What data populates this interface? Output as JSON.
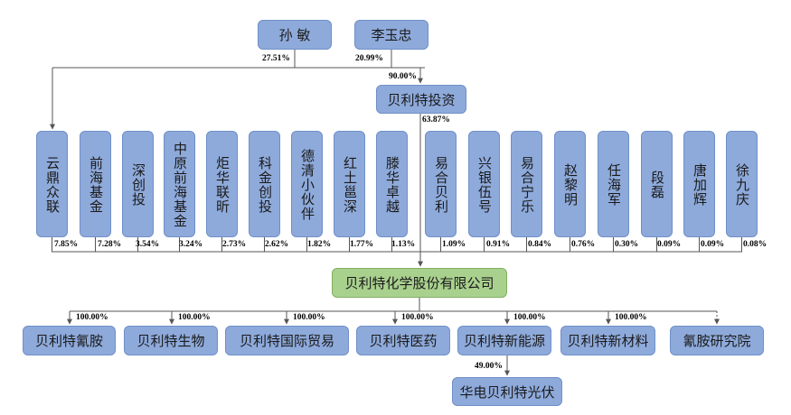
{
  "individuals": [
    {
      "id": "sun-min",
      "label": "孙 敏",
      "share": "27.51%"
    },
    {
      "id": "li-yuzhong",
      "label": "李玉忠",
      "share": "20.99%"
    }
  ],
  "holding": {
    "label": "贝利特投资",
    "owner_share": "90.00%",
    "stake_in_company": "63.87%"
  },
  "shareholders": [
    {
      "label": "云鼎众联",
      "share": "7.85%"
    },
    {
      "label": "前海基金",
      "share": "7.28%"
    },
    {
      "label": "深创投",
      "share": "3.54%"
    },
    {
      "label": "中原前海基金",
      "share": "3.24%"
    },
    {
      "label": "炬华联昕",
      "share": "2.73%"
    },
    {
      "label": "科金创投",
      "share": "2.62%"
    },
    {
      "label": "德清小伙伴",
      "share": "1.82%"
    },
    {
      "label": "红土邕深",
      "share": "1.77%"
    },
    {
      "label": "滕华卓越",
      "share": "1.13%"
    },
    {
      "label": "易合贝利",
      "share": "1.09%"
    },
    {
      "label": "兴银伍号",
      "share": "0.91%"
    },
    {
      "label": "易合宁乐",
      "share": "0.84%"
    },
    {
      "label": "赵黎明",
      "share": "0.76%"
    },
    {
      "label": "任海军",
      "share": "0.30%"
    },
    {
      "label": "段磊",
      "share": "0.09%"
    },
    {
      "label": "唐加辉",
      "share": "0.09%"
    },
    {
      "label": "徐九庆",
      "share": "0.08%"
    }
  ],
  "company": {
    "label": "贝利特化学股份有限公司"
  },
  "subsidiaries": [
    {
      "label": "贝利特氰胺",
      "share": "100.00%",
      "dashed": false
    },
    {
      "label": "贝利特生物",
      "share": "100.00%",
      "dashed": false
    },
    {
      "label": "贝利特国际贸易",
      "share": "100.00%",
      "dashed": false
    },
    {
      "label": "贝利特医药",
      "share": "100.00%",
      "dashed": false
    },
    {
      "label": "贝利特新能源",
      "share": "100.00%",
      "dashed": false
    },
    {
      "label": "贝利特新材料",
      "share": "100.00%",
      "dashed": false
    },
    {
      "label": "氰胺研究院",
      "share": "",
      "dashed": true
    }
  ],
  "sub_subsidiary": {
    "label": "华电贝利特光伏",
    "share": "49.00%"
  },
  "colors": {
    "node_blue": "#8eaadb",
    "node_green": "#a9d18e",
    "line": "#555555"
  }
}
